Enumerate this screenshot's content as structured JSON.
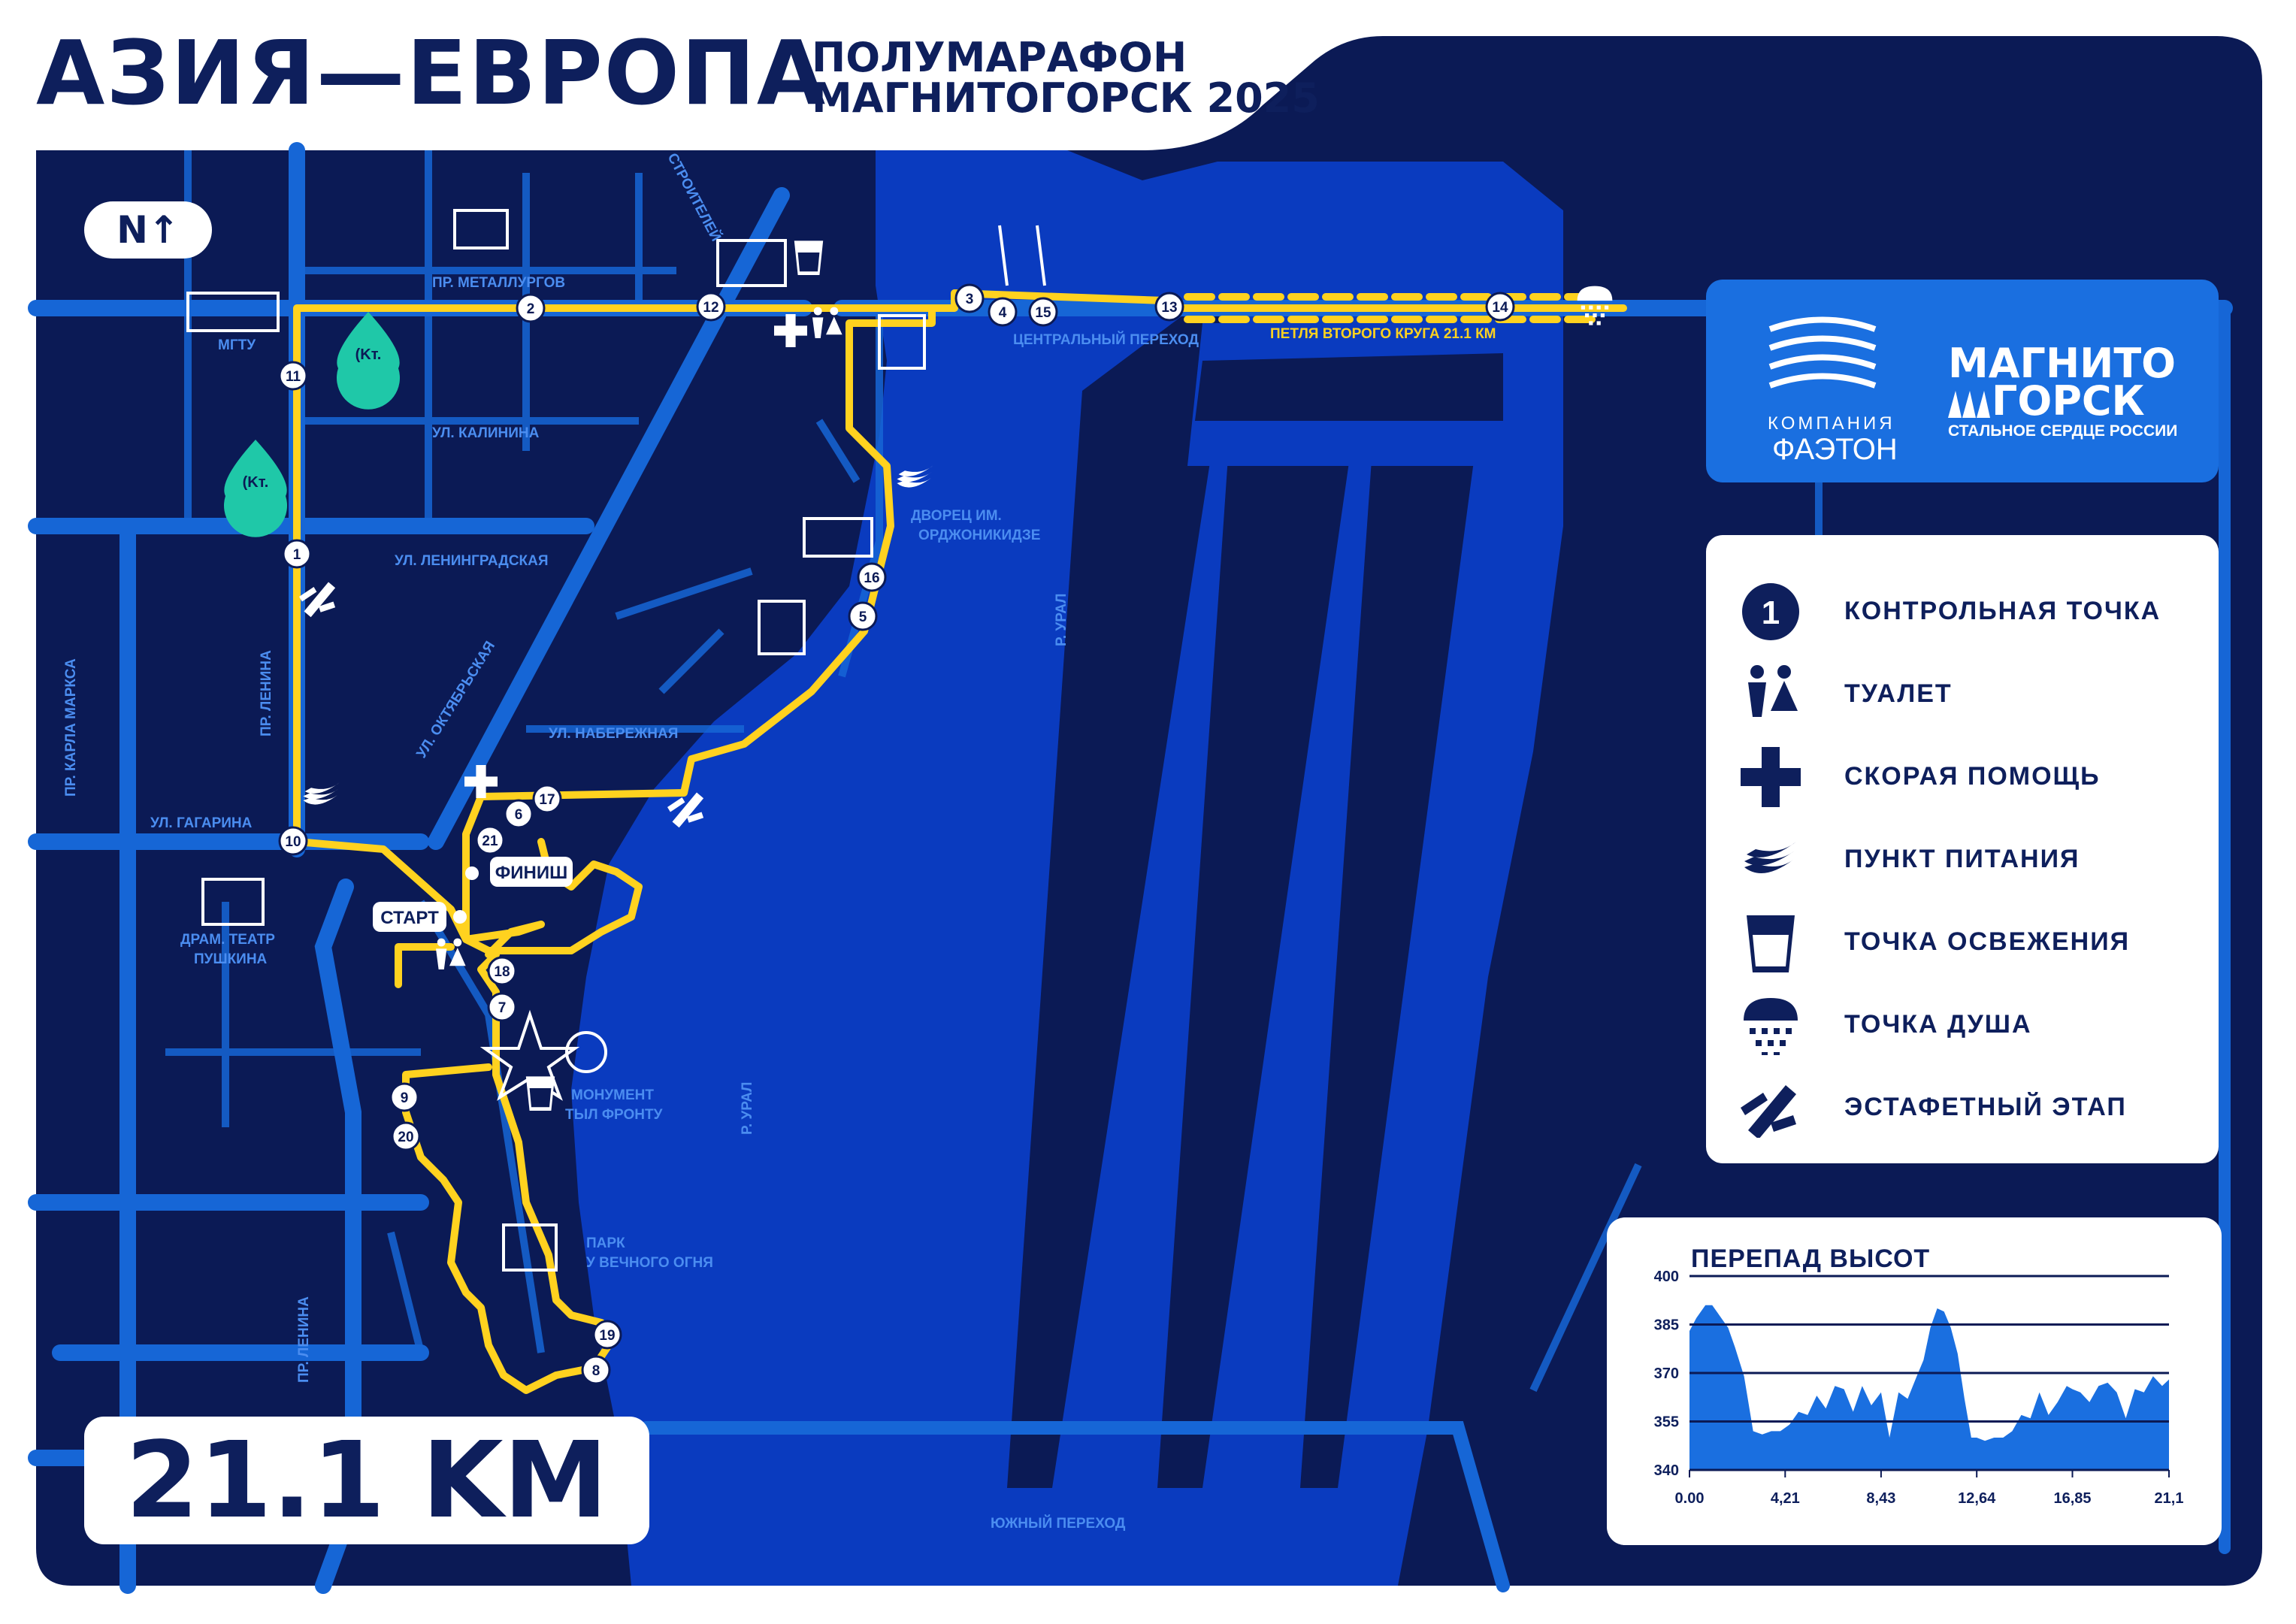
{
  "title": {
    "main": "АЗИЯ—ЕВРОПА",
    "sub_line1": "ПОЛУМАРАФОН",
    "sub_line2": "МАГНИТОГОРСК 2025"
  },
  "north_label": "N↑",
  "distance": "21.1 KM",
  "colors": {
    "map_bg": "#0b1a55",
    "river": "#0a3bbf",
    "road": "#1666d6",
    "route": "#ffd21f",
    "brand_dark": "#0e1f5c",
    "accent": "#1a6fe0",
    "teal": "#1fc8a8"
  },
  "sponsor": {
    "company_label": "КОМПАНИЯ",
    "company_name": "ФАЭТОН",
    "city_line1": "МАГНИТО",
    "city_line2": "ГОРСК",
    "slogan": "СТАЛЬНОЕ СЕРДЦЕ РОССИИ"
  },
  "legend": [
    {
      "icon": "checkpoint-icon",
      "label": "КОНТРОЛЬНАЯ ТОЧКА",
      "glyph": "1"
    },
    {
      "icon": "toilet-icon",
      "label": "ТУАЛЕТ"
    },
    {
      "icon": "first-aid-icon",
      "label": "СКОРАЯ ПОМОЩЬ"
    },
    {
      "icon": "banana-icon",
      "label": "ПУНКТ ПИТАНИЯ"
    },
    {
      "icon": "cup-icon",
      "label": "ТОЧКА ОСВЕЖЕНИЯ"
    },
    {
      "icon": "shower-icon",
      "label": "ТОЧКА ДУША"
    },
    {
      "icon": "relay-icon",
      "label": "ЭСТАФЕТНЫЙ ЭТАП"
    }
  ],
  "map_labels": {
    "streets": {
      "metallurgov": "ПР. МЕТАЛЛУРГОВ",
      "kalinina": "УЛ. КАЛИНИНА",
      "leningradskaya": "УЛ. ЛЕНИНГРАДСКАЯ",
      "gagarina": "УЛ. ГАГАРИНА",
      "naberezhnaya": "УЛ. НАБЕРЕЖНАЯ",
      "oktyabrskaya": "УЛ. ОКТЯБРЬСКАЯ",
      "lenina1": "ПР. ЛЕНИНА",
      "lenina2": "ПР. ЛЕНИНА",
      "karla_marksa": "ПР. КАРЛА МАРКСА",
      "stroiteley": "СТРОИТЕЛЕЙ",
      "central_crossing": "ЦЕНТРАЛЬНЫЙ ПЕРЕХОД",
      "south_crossing": "ЮЖНЫЙ ПЕРЕХОД",
      "ural1": "Р. УРАЛ",
      "ural2": "Р. УРАЛ"
    },
    "places": {
      "mgtu": "МГТУ",
      "theatre1": "ДРАМ. ТЕАТР",
      "theatre2": "ПУШКИНА",
      "palace1": "ДВОРЕЦ ИМ.",
      "palace2": "ОРДЖОНИКИДЗЕ",
      "monument1": "МОНУМЕНТ",
      "monument2": "ТЫЛ ФРОНТУ",
      "park1": "ПАРК",
      "park2": "У ВЕЧНОГО ОГНЯ"
    },
    "loop": "ПЕТЛЯ ВТОРОГО КРУГА 21.1 КМ",
    "start": "СТАРТ",
    "finish": "ФИНИШ",
    "kt_badge": "(Kт."
  },
  "checkpoints": [
    "1",
    "2",
    "3",
    "4",
    "5",
    "6",
    "7",
    "8",
    "9",
    "10",
    "11",
    "12",
    "13",
    "14",
    "15",
    "16",
    "17",
    "18",
    "19",
    "20",
    "21"
  ],
  "elevation": {
    "title": "ПЕРЕПАД ВЫСОТ",
    "chart_data": {
      "type": "area",
      "xlabel": "",
      "ylabel": "",
      "x_ticks": [
        "0.00",
        "4,21",
        "8,43",
        "12,64",
        "16,85",
        "21,1"
      ],
      "y_ticks": [
        "400",
        "385",
        "370",
        "355",
        "340"
      ],
      "ylim": [
        340,
        400
      ],
      "xlim": [
        0,
        21.1
      ],
      "x": [
        0,
        0.3,
        0.7,
        1.0,
        1.3,
        1.7,
        2.0,
        2.4,
        2.8,
        3.2,
        3.6,
        4.0,
        4.4,
        4.8,
        5.2,
        5.6,
        6.0,
        6.4,
        6.8,
        7.2,
        7.6,
        8.0,
        8.43,
        8.8,
        9.2,
        9.6,
        10.0,
        10.3,
        10.6,
        10.9,
        11.2,
        11.5,
        11.8,
        12.1,
        12.4,
        12.64,
        13.0,
        13.4,
        13.8,
        14.2,
        14.6,
        15.0,
        15.4,
        15.8,
        16.2,
        16.6,
        16.85,
        17.2,
        17.6,
        18.0,
        18.4,
        18.8,
        19.2,
        19.6,
        20.0,
        20.4,
        20.8,
        21.1
      ],
      "values": [
        383,
        387,
        391,
        391,
        388,
        384,
        378,
        369,
        352,
        351,
        352,
        352,
        354,
        358,
        357,
        363,
        359,
        366,
        365,
        358,
        366,
        360,
        364,
        350,
        364,
        362,
        369,
        374,
        384,
        390,
        389,
        384,
        376,
        362,
        350,
        350,
        349,
        350,
        350,
        352,
        357,
        356,
        364,
        357,
        361,
        366,
        365,
        364,
        361,
        366,
        367,
        364,
        356,
        365,
        364,
        369,
        366,
        368
      ]
    }
  }
}
